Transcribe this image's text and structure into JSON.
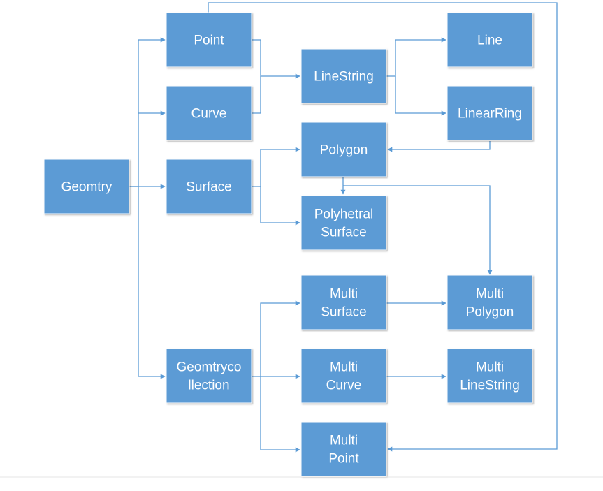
{
  "nodes": {
    "geomtry": {
      "lines": [
        "Geomtry"
      ]
    },
    "point": {
      "lines": [
        "Point"
      ]
    },
    "curve": {
      "lines": [
        "Curve"
      ]
    },
    "surface": {
      "lines": [
        "Surface"
      ]
    },
    "geomtrycollection": {
      "lines": [
        "Geomtryco",
        "llection"
      ]
    },
    "linestring": {
      "lines": [
        "LineString"
      ]
    },
    "polygon": {
      "lines": [
        "Polygon"
      ]
    },
    "polyhetralsurface": {
      "lines": [
        "Polyhetral",
        "Surface"
      ]
    },
    "multisurface": {
      "lines": [
        "Multi",
        "Surface"
      ]
    },
    "multicurve": {
      "lines": [
        "Multi",
        "Curve"
      ]
    },
    "multipoint": {
      "lines": [
        "Multi",
        "Point"
      ]
    },
    "line": {
      "lines": [
        "Line"
      ]
    },
    "linearring": {
      "lines": [
        "LinearRing"
      ]
    },
    "multipolygon": {
      "lines": [
        "Multi",
        "Polygon"
      ]
    },
    "multilinestring": {
      "lines": [
        "Multi",
        "LineString"
      ]
    }
  },
  "edges": [
    [
      "geomtry",
      "point"
    ],
    [
      "geomtry",
      "curve"
    ],
    [
      "geomtry",
      "surface"
    ],
    [
      "geomtry",
      "geomtrycollection"
    ],
    [
      "point",
      "linestring"
    ],
    [
      "curve",
      "linestring"
    ],
    [
      "linestring",
      "line"
    ],
    [
      "linestring",
      "linearring"
    ],
    [
      "linearring",
      "polygon"
    ],
    [
      "surface",
      "polygon"
    ],
    [
      "surface",
      "polyhetralsurface"
    ],
    [
      "polygon",
      "multipolygon"
    ],
    [
      "geomtrycollection",
      "multisurface"
    ],
    [
      "geomtrycollection",
      "multicurve"
    ],
    [
      "geomtrycollection",
      "multipoint"
    ],
    [
      "multisurface",
      "multipolygon"
    ],
    [
      "multicurve",
      "multilinestring"
    ],
    [
      "point",
      "multipoint"
    ]
  ],
  "colors": {
    "node_fill": "#5b9bd5",
    "connector": "#5b9bd5",
    "text": "#ffffff"
  }
}
